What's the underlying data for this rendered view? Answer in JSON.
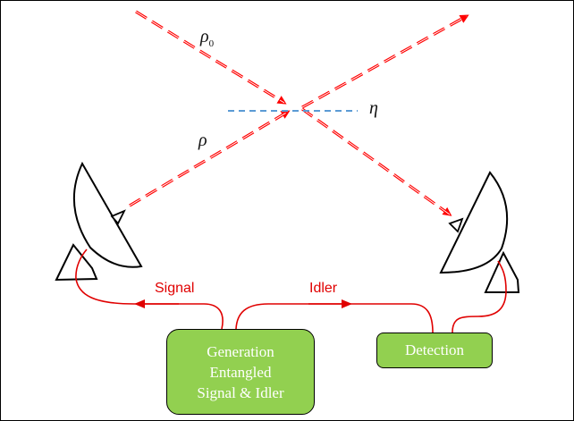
{
  "labels": {
    "rho0": "ρ",
    "rho0_sub": "0",
    "rho": "ρ",
    "eta": "η",
    "signal": "Signal",
    "idler": "Idler"
  },
  "boxes": {
    "generation": [
      "Generation",
      "Entangled",
      "Signal & Idler"
    ],
    "detection": "Detection"
  },
  "colors": {
    "beam": "#ff0000",
    "fiber": "#e00000",
    "beam_splitter": "#5b9bd5",
    "box_fill": "#92d050",
    "box_text": "#ffffff"
  }
}
